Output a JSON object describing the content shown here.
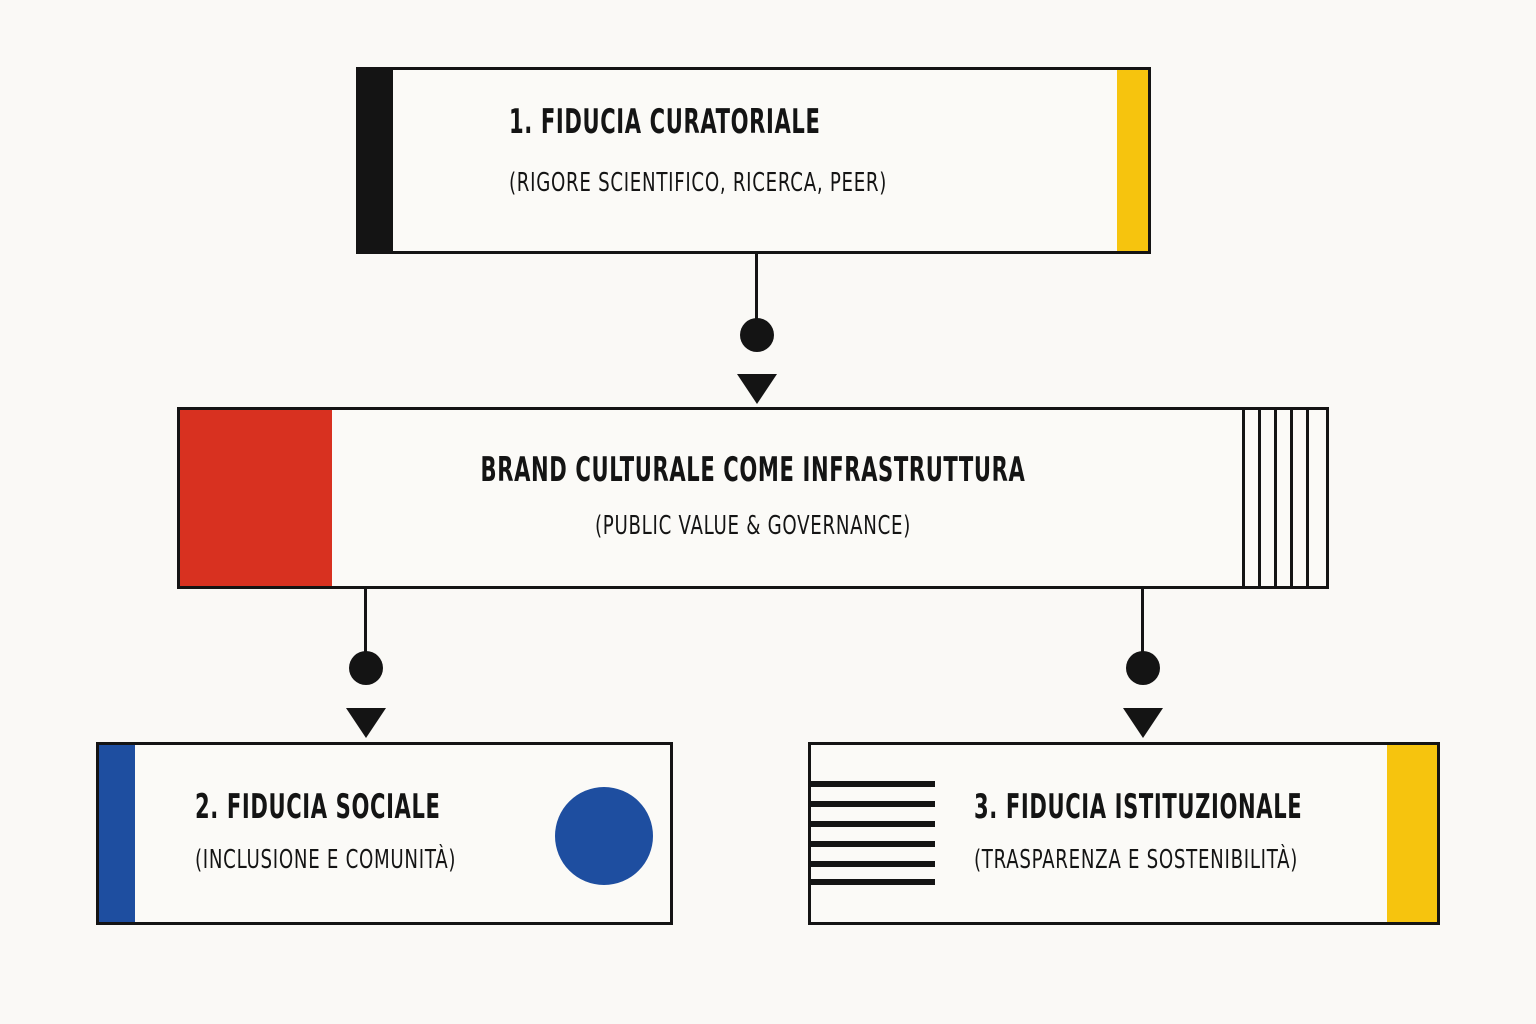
{
  "nodes": {
    "curatorial": {
      "title": "1. FIDUCIA  CURATORIALE",
      "subtitle": "(RIGORE SCIENTIFICO, RICERCA, PEER)"
    },
    "brand": {
      "title": "BRAND  CULTURALE COME INFRASTRUTTURA",
      "subtitle": "(PUBLIC VALUE & GOVERNANCE)"
    },
    "social": {
      "title": "2. FIDUCIA SOCIALE",
      "subtitle": "(INCLUSIONE E COMUNITÀ)"
    },
    "institutional": {
      "title": "3. FIDUCIA ISTITUZIONALE",
      "subtitle": "(TRASPARENZA E SOSTENIBILITÀ)"
    }
  },
  "edges": [
    {
      "from": "1. FIDUCIA  CURATORIALE",
      "to": "BRAND  CULTURALE COME INFRASTRUTTURA"
    },
    {
      "from": "BRAND  CULTURALE COME INFRASTRUTTURA",
      "to": "2. FIDUCIA SOCIALE"
    },
    {
      "from": "BRAND  CULTURALE COME INFRASTRUTTURA",
      "to": "3. FIDUCIA ISTITUZIONALE"
    }
  ],
  "colors": {
    "black": "#141414",
    "yellow": "#f6c40e",
    "red": "#d83120",
    "blue": "#1e4ea0",
    "background": "#faf9f6"
  }
}
